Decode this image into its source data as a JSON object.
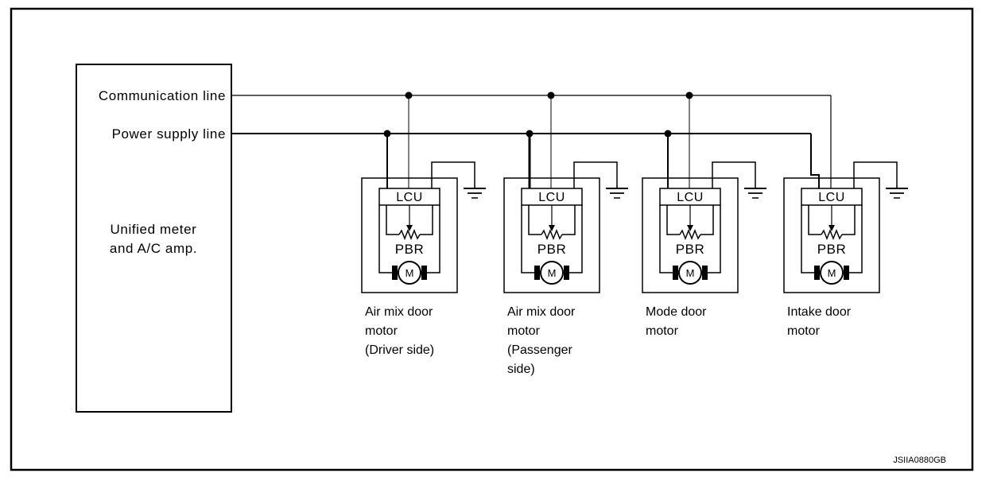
{
  "controller": {
    "label_line1": "Unified meter",
    "label_line2": "and A/C amp."
  },
  "lines": {
    "communication": "Communication line",
    "power_supply": "Power supply line"
  },
  "module": {
    "lcu_label": "LCU",
    "pbr_label": "PBR",
    "motor_label": "M"
  },
  "motors": [
    {
      "id": "air-mix-driver",
      "caption": [
        "Air mix door",
        "motor",
        "(Driver side)"
      ]
    },
    {
      "id": "air-mix-passenger",
      "caption": [
        "Air mix door",
        "motor",
        "(Passenger",
        "side)"
      ]
    },
    {
      "id": "mode",
      "caption": [
        "Mode door",
        "motor"
      ]
    },
    {
      "id": "intake",
      "caption": [
        "Intake door",
        "motor"
      ]
    }
  ],
  "reference_code": "JSIIA0880GB"
}
